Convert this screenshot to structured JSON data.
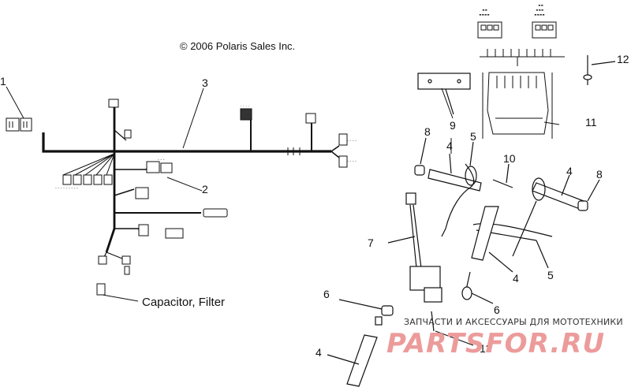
{
  "copyright": "© 2006 Polaris Sales Inc.",
  "capacitor_label": "Capacitor, Filter",
  "callouts": {
    "c1": "1",
    "c2": "2",
    "c3": "3",
    "c4a": "4",
    "c4b": "4",
    "c4c": "4",
    "c4d": "4",
    "c5a": "5",
    "c5b": "5",
    "c6a": "6",
    "c6b": "6",
    "c7": "7",
    "c8a": "8",
    "c8b": "8",
    "c9": "9",
    "c10": "10",
    "c11": "11",
    "c12": "12",
    "c13": "13"
  },
  "watermark": {
    "tagline": "ЗАПЧАСТИ И АКСЕССУАРЫ ДЛЯ МОТОТЕХНИКИ",
    "logo": "PARTSFOR.RU"
  },
  "colors": {
    "line": "#111111",
    "watermark_logo": "#ec9b9b"
  }
}
